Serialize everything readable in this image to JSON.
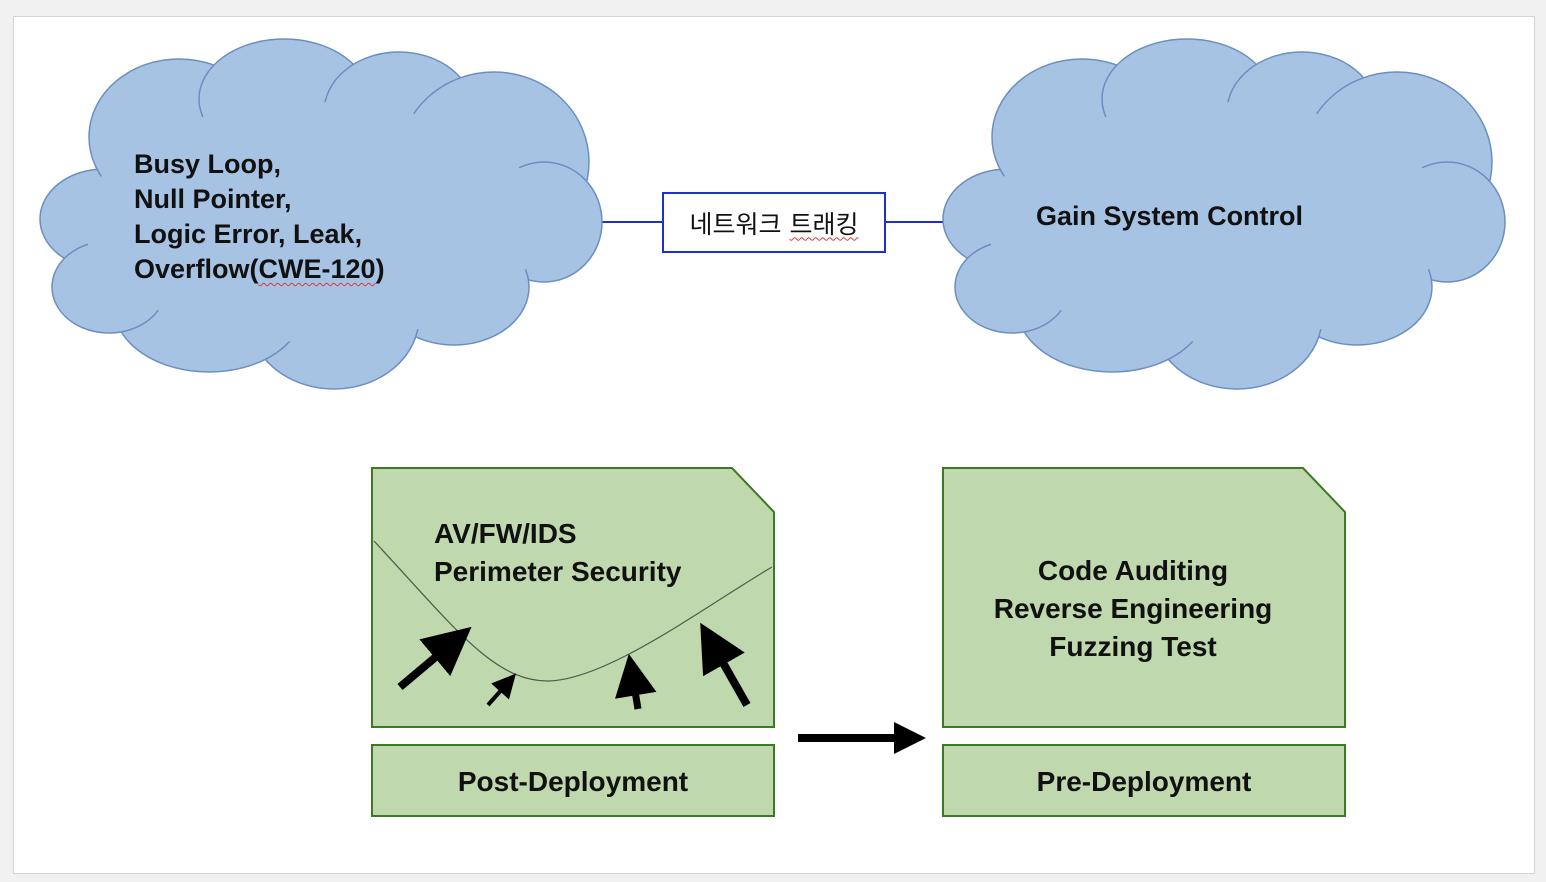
{
  "colors": {
    "cloud_fill": "#a7c3e4",
    "cloud_stroke": "#6b8ec2",
    "card_fill": "#bfd8ad",
    "card_stroke": "#3c7a26",
    "connector": "#1c2fd1",
    "arrow": "#000000"
  },
  "left_cloud": {
    "lines": [
      "Busy Loop,",
      "Null Pointer,",
      "Logic Error, Leak,",
      "Overflow(CWE-120)"
    ],
    "spellcheck_word": "CWE-120"
  },
  "connector_label": {
    "word1": "네트워크",
    "word2": "트래킹"
  },
  "right_cloud": {
    "text": "Gain System Control"
  },
  "post_card": {
    "line1": "AV/FW/IDS",
    "line2": "Perimeter Security",
    "icons": [
      "attack-arrow-icon",
      "attack-arrow-icon",
      "attack-arrow-icon",
      "attack-arrow-icon"
    ]
  },
  "post_label": {
    "text": "Post-Deployment"
  },
  "pre_card": {
    "line1": "Code Auditing",
    "line2": "Reverse Engineering",
    "line3": "Fuzzing Test"
  },
  "pre_label": {
    "text": "Pre-Deployment"
  },
  "flow_arrow": {
    "icon": "right-arrow-icon"
  }
}
